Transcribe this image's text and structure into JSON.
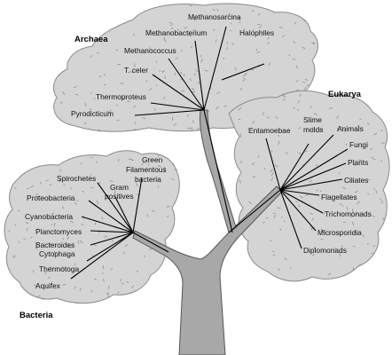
{
  "groups": {
    "archaea": "Archaea",
    "eukarya": "Eukarya",
    "bacteria": "Bacteria"
  },
  "archaea": {
    "methanosarcina": "Methanosarcina",
    "methanobacterium": "Methanobacterium",
    "halophiles": "Halophiles",
    "methanococcus": "Methanococcus",
    "t_celer": "T. celer",
    "thermoproteus": "Thermoproteus",
    "pyrodicticum": "Pyrodicticum"
  },
  "eukarya": {
    "entamoebae": "Entamoebae",
    "slime_molds_1": "Slime",
    "slime_molds_2": "molds",
    "animals": "Animals",
    "fungi": "Fungi",
    "plants": "Plants",
    "ciliates": "Ciliates",
    "flagellates": "Flagellates",
    "trichomonads": "Trichomonads",
    "microsporidia": "Microsporidia",
    "diplomonads": "Diplomonads"
  },
  "bacteria": {
    "green_filamentous_1": "Green",
    "green_filamentous_2": "Filamentous",
    "green_filamentous_3": "bacteria",
    "spirochetes": "Spirochetes",
    "gram_positives_1": "Gram",
    "gram_positives_2": "positives",
    "proteobacteria": "Proteobacteria",
    "cyanobacteria": "Cyanobacteria",
    "planctomyces": "Planctomyces",
    "bacteroides_1": "Bacteroides",
    "bacteroides_2": "Cytophaga",
    "thermotoga": "Thermotoga",
    "aquifex": "Aquifex"
  }
}
